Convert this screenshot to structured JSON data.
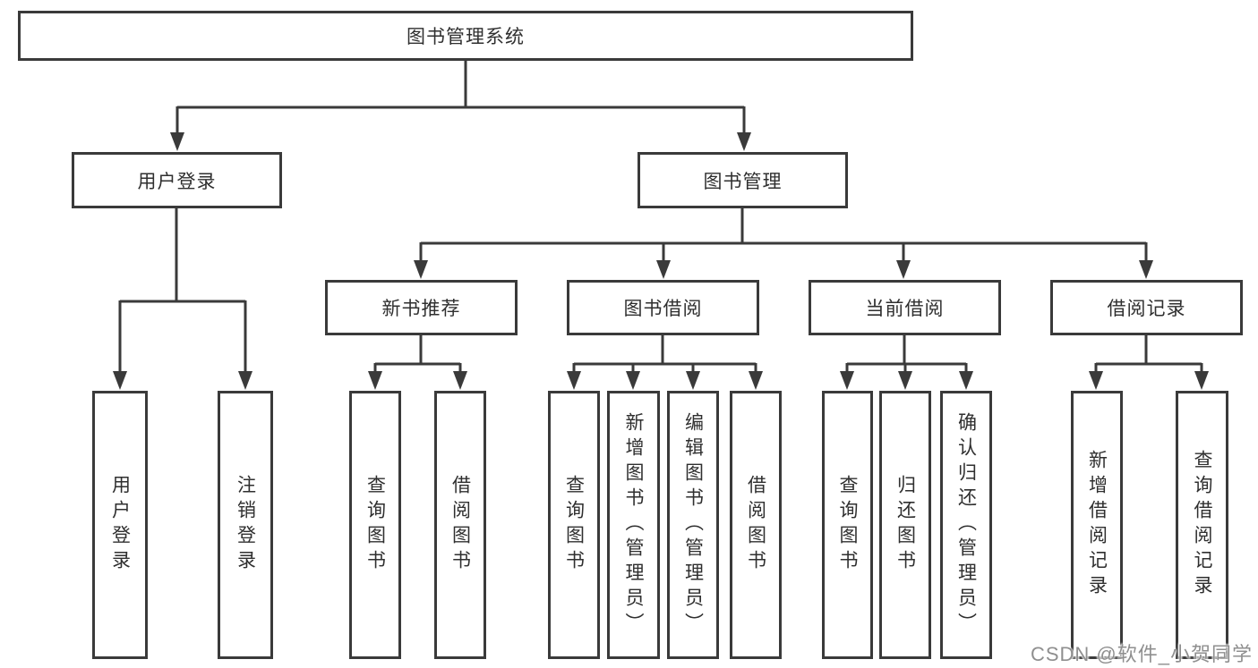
{
  "diagram": {
    "watermark": "CSDN @软件_小贺同学",
    "colors": {
      "line": "#3a3a3a",
      "box_border": "#3a3a3a",
      "text": "#2f2f2f",
      "watermark": "#8f8f8f",
      "background": "#ffffff"
    },
    "tree": {
      "label": "图书管理系统",
      "children": [
        {
          "label": "用户登录",
          "children": [
            {
              "label": "用户登录"
            },
            {
              "label": "注销登录"
            }
          ]
        },
        {
          "label": "图书管理",
          "children": [
            {
              "label": "新书推荐",
              "children": [
                {
                  "label": "查询图书"
                },
                {
                  "label": "借阅图书"
                }
              ]
            },
            {
              "label": "图书借阅",
              "children": [
                {
                  "label": "查询图书"
                },
                {
                  "label": "新增图书（管理员）"
                },
                {
                  "label": "编辑图书（管理员）"
                },
                {
                  "label": "借阅图书"
                }
              ]
            },
            {
              "label": "当前借阅",
              "children": [
                {
                  "label": "查询图书"
                },
                {
                  "label": "归还图书"
                },
                {
                  "label": "确认归还（管理员）"
                }
              ]
            },
            {
              "label": "借阅记录",
              "children": [
                {
                  "label": "新增借阅记录"
                },
                {
                  "label": "查询借阅记录"
                }
              ]
            }
          ]
        }
      ]
    }
  }
}
